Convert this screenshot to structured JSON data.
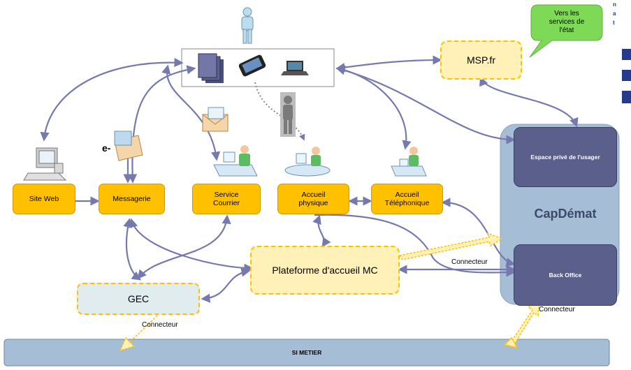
{
  "nodes": {
    "site_web": "Site Web",
    "messagerie": "Messagerie",
    "service_courrier": "Service\nCourrier",
    "accueil_physique": "Accueil\nphysique",
    "accueil_telephonique": "Accueil\nTéléphonique",
    "msp": "MSP.fr",
    "speech_bubble": "Vers les\nservices de\nl'état",
    "plateforme": "Plateforme d'accueil MC",
    "gec": "GEC",
    "capdemat": "CapDémat",
    "espace_prive": "Espace privé de l'usager",
    "back_office": "Back Office",
    "si_metier": "SI METIER"
  },
  "labels": {
    "connecteur_gec": "Connecteur",
    "connecteur_plateforme": "Connecteur",
    "connecteur_backoffice": "Connecteur",
    "email_prefix": "e-"
  },
  "corner_text": [
    "n",
    "a",
    "t"
  ],
  "colors": {
    "yellow_box": "#ffc000",
    "pale_box": "#fff1b8",
    "gec_box": "#e0ecee",
    "capdemat_panel": "#a6bdd6",
    "navy_box": "#5b5f8c",
    "si_metier_bar": "#a6bdd6",
    "arrow": "#7679ad",
    "bubble": "#7ed957",
    "corner_strip": "#273a8a"
  }
}
